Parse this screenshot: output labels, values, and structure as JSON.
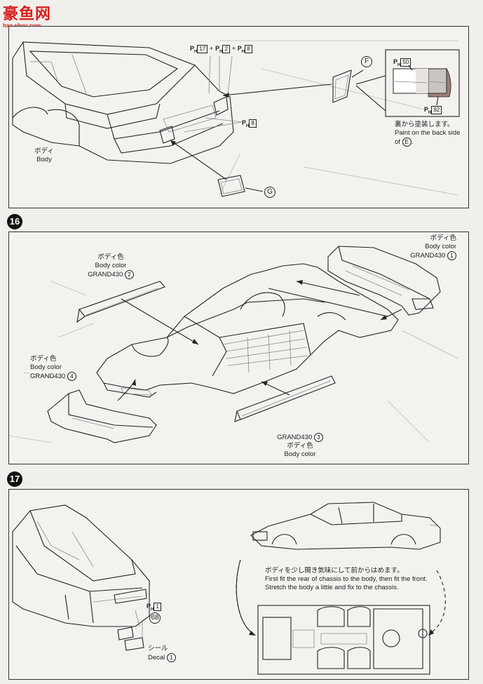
{
  "watermark": {
    "title": "豪鱼网",
    "url": "hao.shou.com"
  },
  "step15": {
    "paint_codes": [
      "17",
      "2",
      "8"
    ],
    "paint_code_b": "8",
    "body_jp": "ボディ",
    "body_en": "Body",
    "part_f": "F",
    "part_g": "G",
    "swatch_top": "50",
    "swatch_bottom": "92",
    "note_jp": "裏から塗装します。",
    "note_en": "Paint on the back side",
    "note_of": "of",
    "note_part": "E",
    "note_end": "."
  },
  "step16": {
    "number": "16",
    "label_top_right": {
      "jp": "ボディ色",
      "en": "Body color",
      "code": "GRAND430",
      "num": "1"
    },
    "label_top_left": {
      "jp": "ボディ色",
      "en": "Body color",
      "code": "GRAND430",
      "num": "2"
    },
    "label_left": {
      "jp": "ボディ色",
      "en": "Body color",
      "code": "GRAND430",
      "num": "4"
    },
    "label_bottom": {
      "code": "GRAND430",
      "num": "3",
      "jp": "ボディ色",
      "en": "Body color"
    }
  },
  "step17": {
    "number": "17",
    "paint_code": "1",
    "part_num": "68",
    "decal_jp": "シール",
    "decal_en": "Decal",
    "decal_num": "1",
    "instr_jp": "ボディを少し開き気味にして前からはめます。",
    "instr_en1": "First fit the rear of chassis to the body, then fit the front.",
    "instr_en2": "Stretch the body a little and fix to the chassis."
  },
  "pref": {
    "p": "P",
    "h": "H"
  },
  "colors": {
    "panel_border": "#333333",
    "paper": "#f4f2ef",
    "step_badge": "#111111",
    "watermark": "#d9201c"
  }
}
